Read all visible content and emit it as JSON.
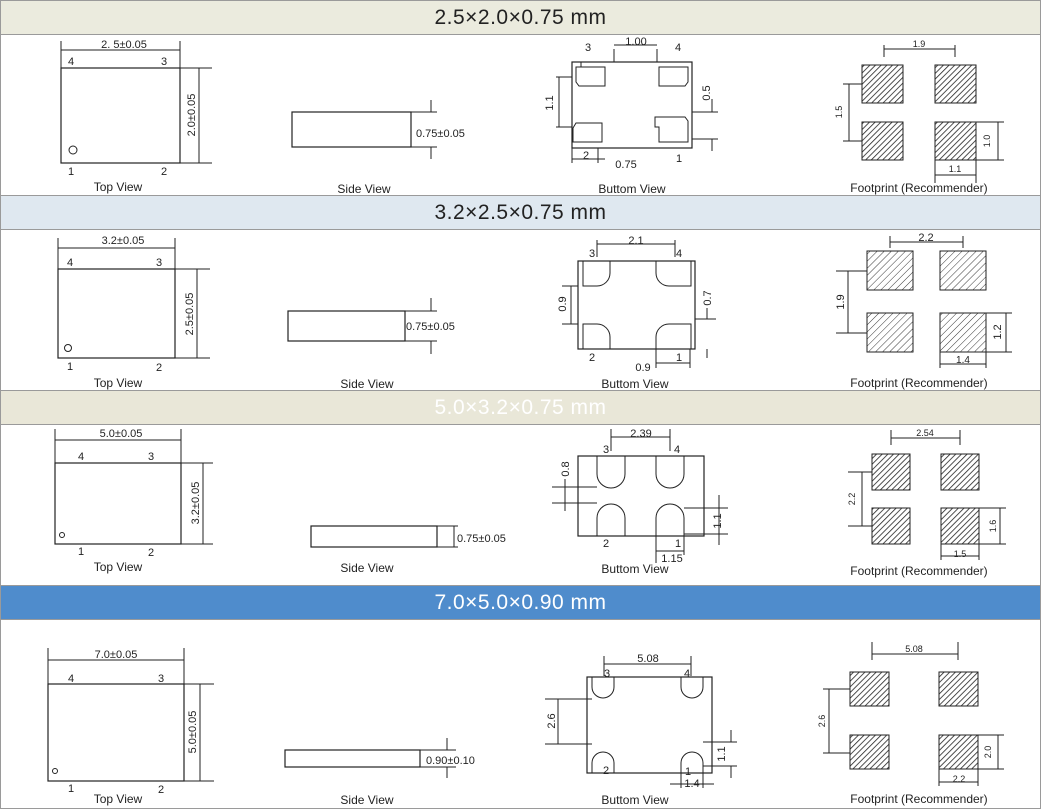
{
  "sections": [
    {
      "title": "2.5×2.0×0.75 mm",
      "top": {
        "width": "2. 5±0.05",
        "height": "2.0±0.05",
        "pins": [
          "4",
          "3",
          "1",
          "2"
        ]
      },
      "side": {
        "thickness": "0.75±0.05"
      },
      "bottom": {
        "pitch": "1.00",
        "pad_h": "1.1",
        "pad_gap": "0.5",
        "pad_w": "0.75",
        "pins": [
          "3",
          "4",
          "2",
          "1"
        ]
      },
      "foot": {
        "pitch_x": "1.9",
        "pitch_y": "1.5",
        "pad_h": "1.0",
        "pad_w": "1.1"
      }
    },
    {
      "title": "3.2×2.5×0.75 mm",
      "top": {
        "width": "3.2±0.05",
        "height": "2.5±0.05",
        "pins": [
          "4",
          "3",
          "1",
          "2"
        ]
      },
      "side": {
        "thickness": "0.75±0.05"
      },
      "bottom": {
        "pitch": "2.1",
        "pad_h": "0.9",
        "pad_gap": "0.7",
        "pad_w": "0.9",
        "pins": [
          "3",
          "4",
          "2",
          "1"
        ]
      },
      "foot": {
        "pitch_x": "2.2",
        "pitch_y": "1.9",
        "pad_h": "1.2",
        "pad_w": "1.4"
      }
    },
    {
      "title": "5.0×3.2×0.75 mm",
      "top": {
        "width": "5.0±0.05",
        "height": "3.2±0.05",
        "pins": [
          "4",
          "3",
          "1",
          "2"
        ]
      },
      "side": {
        "thickness": "0.75±0.05"
      },
      "bottom": {
        "pitch": "2.39",
        "pad_h": "0.8",
        "pad_gap": "1.1",
        "pad_w": "1.15",
        "pins": [
          "3",
          "4",
          "2",
          "1"
        ]
      },
      "foot": {
        "pitch_x": "2.54",
        "pitch_y": "2.2",
        "pad_h": "1.6",
        "pad_w": "1.5"
      }
    },
    {
      "title": "7.0×5.0×0.90 mm",
      "top": {
        "width": "7.0±0.05",
        "height": "5.0±0.05",
        "pins": [
          "4",
          "3",
          "1",
          "2"
        ]
      },
      "side": {
        "thickness": "0.90±0.10"
      },
      "bottom": {
        "pitch": "5.08",
        "pad_h": "2.6",
        "pad_gap": "1.1",
        "pad_w": "1.4",
        "pins": [
          "3",
          "4",
          "2",
          "1"
        ]
      },
      "foot": {
        "pitch_x": "5.08",
        "pitch_y": "2.6",
        "pad_h": "2.0",
        "pad_w": "2.2"
      }
    }
  ],
  "view_labels": {
    "top": "Top View",
    "side": "Side View",
    "bottom": "Buttom View",
    "foot": "Footprint (Recommender)"
  },
  "colors": {
    "band1": "#ebebde",
    "band2": "#dfe8f0",
    "band3": "#e9e7d8",
    "band4": "#4f8ccc"
  }
}
